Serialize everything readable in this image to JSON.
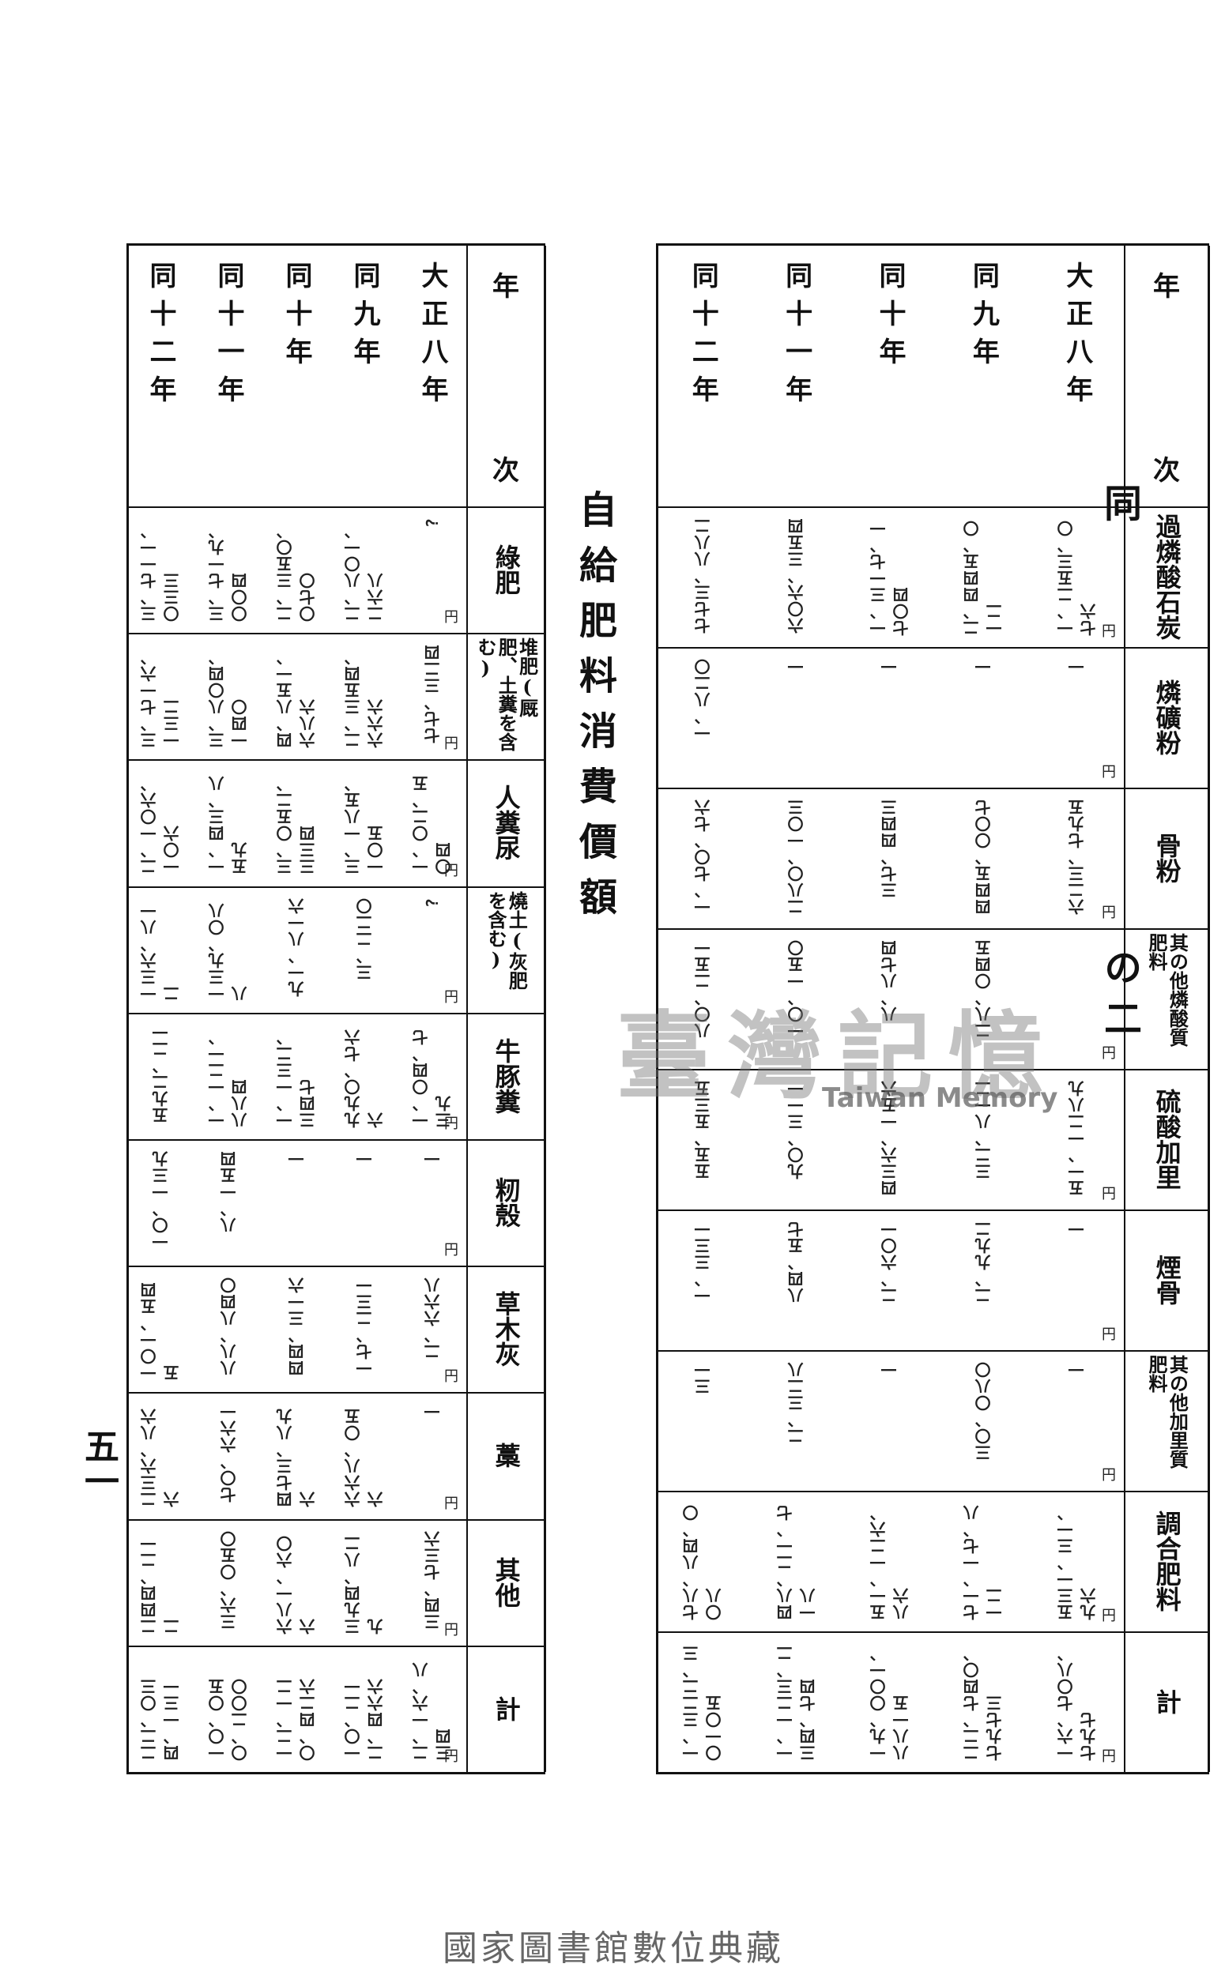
{
  "page_title_right": "同",
  "page_title_right2": "の二",
  "page_title_center": "自給肥料消費價額",
  "page_number": "五一",
  "watermark": {
    "main": "臺灣記憶",
    "sub": "Taiwan Memory"
  },
  "footer": "國家圖書館數位典藏",
  "years": [
    {
      "prefix": "大正",
      "num": "八",
      "suffix": "年"
    },
    {
      "prefix": "同",
      "num": "九",
      "suffix": "年"
    },
    {
      "prefix": "同",
      "num": "十",
      "suffix": "年"
    },
    {
      "prefix": "同",
      "num": "十一",
      "suffix": "年"
    },
    {
      "prefix": "同",
      "num": "十二",
      "suffix": "年"
    }
  ],
  "year_header": {
    "top": "年",
    "bottom": "次"
  },
  "unit": "円",
  "table_right": {
    "headers": [
      "過燐酸石炭",
      "燐礦粉",
      "骨粉",
      "其の他燐酸質肥料",
      "硫酸加里",
      "煙骨",
      "其の他加里質肥料",
      "調合肥料",
      "計"
    ],
    "rows": [
      [
        "一、二五三、〇七六",
        "一",
        "六二三、七九五",
        "",
        "五一、一二八九",
        "一",
        "一",
        "五三一、三一、九六",
        "一六、七〇八、七九七"
      ],
      [
        "二、四四五、〇一二",
        "一",
        "四四五、〇〇七",
        "二八、〇四五",
        "三二、八一二",
        "二、九九二",
        "三〇、〇八〇",
        "七一、一七、八一二",
        "二二、七四〇、七九七三"
      ],
      [
        "一、三一七、一七〇四",
        "一",
        "三七、四四三",
        "八、八七四",
        "四三六、一五六",
        "二、六〇一",
        "一",
        "五一、一二六、八六",
        "一九、〇〇一、八八一五"
      ],
      [
        "六〇六、三五四",
        "一",
        "二八〇、一〇三",
        "一〇、一五〇",
        "九〇、三一一",
        "八四、五七",
        "二、三二八",
        "四八、二一、七一八",
        "一、一二三、二三四、七四"
      ],
      [
        "七七三、八八二",
        "一、八二〇",
        "一、七〇、七六",
        "八〇、二五一",
        "五五、五三五",
        "一、三三一",
        "三一",
        "七八、八四、〇〇八",
        "一、三二二、三〇一〇五"
      ]
    ]
  },
  "table_left": {
    "headers": [
      "綠肥",
      "堆肥(厩肥、土糞を含む)",
      "人糞尿",
      "燒土(灰肥を含む)",
      "牛豚糞",
      "籾殼",
      "草木灰",
      "藁",
      "其他",
      "計"
    ],
    "rows": [
      [
        "?",
        "七七、三二四",
        "一、〇二、五〇四",
        "?",
        "一、〇四、七三九",
        "一",
        "二、六六八",
        "一",
        "三四、七三六",
        "二、一六、八三四"
      ],
      [
        "二、八〇一、二六八",
        "二、三五四、六六六",
        "三、一八五、一〇五",
        "三、二二〇",
        "九九〇、七六六",
        "一",
        "一七、二三一",
        "六六八、〇五六",
        "三九四、八二九",
        "一〇、二一二、四六六"
      ],
      [
        "二、三五〇、〇七〇",
        "四、八五一、六八六",
        "三、〇五二、三三四",
        "九一、八一六",
        "一、一三二、三四七",
        "一",
        "四四、三一六",
        "四七三、八九六",
        "六八一、六〇六",
        "一二、一二〇、四二六"
      ],
      [
        "三、七一九、〇〇四",
        "三、八〇四、一四〇",
        "一、四三、八五九",
        "一三九、〇八八",
        "一、一二一、八八四",
        "八、一五四",
        "八八、八四〇",
        "七〇、六六一",
        "三六、〇五〇",
        "一〇、〇五〇、二〇〇"
      ],
      [
        "三、七一一、〇三三",
        "三、七一六、一三二",
        "二、一〇六、一〇六",
        "一三六、八一二",
        "五九二、二一",
        "一〇、一三九",
        "一〇一、五四五",
        "二三六、八六六",
        "二四四、二一二",
        "二二、〇三四、一三一"
      ]
    ]
  }
}
